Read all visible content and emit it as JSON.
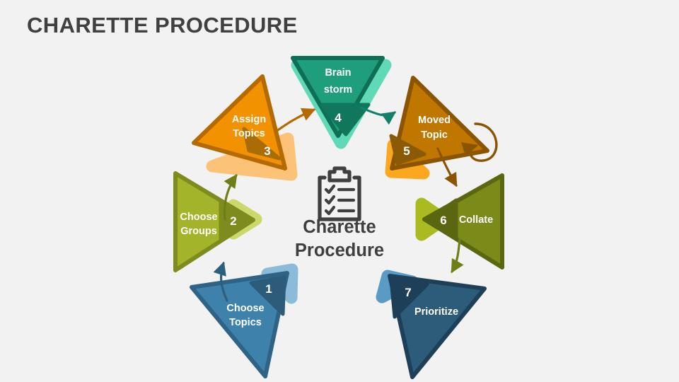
{
  "slide": {
    "title": "CHARETTE PROCEDURE",
    "background_color": "#f2f2f2",
    "title_color": "#404040"
  },
  "center": {
    "icon": "clipboard-checklist-icon",
    "line1": "Charette",
    "line2": "Procedure",
    "color": "#3f3f3f"
  },
  "chart_data": {
    "type": "diagram",
    "title": "CHARETTE PROCEDURE",
    "layout": "circular-7-step-triangle-cycle",
    "steps": [
      {
        "number": "1",
        "label_line1": "Choose",
        "label_line2": "Topics",
        "fill": "#3e82ab",
        "stroke": "#2e6386",
        "badge_fill": "#2d5c7a",
        "shadow": "#8cbbd9",
        "position": "bottom-left",
        "points_direction": "down"
      },
      {
        "number": "2",
        "label_line1": "Choose",
        "label_line2": "Groups",
        "fill": "#a3b42a",
        "stroke": "#7e8c1f",
        "badge_fill": "#7e8c1f",
        "shadow": "#cbd96a",
        "position": "left",
        "points_direction": "right"
      },
      {
        "number": "3",
        "label_line1": "Assign",
        "label_line2": "Topics",
        "fill": "#f29200",
        "stroke": "#b56a00",
        "badge_fill": "#a96c06",
        "shadow": "#fcc378",
        "position": "top-left",
        "points_direction": "up"
      },
      {
        "number": "4",
        "label_line1": "Brain",
        "label_line2": "storm",
        "fill": "#1f9e7c",
        "stroke": "#0f6e56",
        "badge_fill": "#11775c",
        "shadow": "#5fd9b6",
        "position": "top",
        "points_direction": "down"
      },
      {
        "number": "5",
        "label_line1": "Moved",
        "label_line2": "Topic",
        "fill": "#c07700",
        "stroke": "#8a5400",
        "badge_fill": "#8a5a04",
        "shadow": "#fba81e",
        "position": "top-right",
        "points_direction": "up"
      },
      {
        "number": "6",
        "label_line1": "Collate",
        "label_line2": "",
        "fill": "#7b8a18",
        "stroke": "#5b6611",
        "badge_fill": "#5b6611",
        "shadow": "#a9bb20",
        "position": "right",
        "points_direction": "left"
      },
      {
        "number": "7",
        "label_line1": "Prioritize",
        "label_line2": "",
        "fill": "#2d5c7a",
        "stroke": "#1d4058",
        "badge_fill": "#1d4058",
        "shadow": "#5a9bc6",
        "position": "bottom-right",
        "points_direction": "down"
      }
    ],
    "connectors": [
      {
        "from": "1",
        "to": "2",
        "color": "#2b5f80",
        "style": "curved-arrow"
      },
      {
        "from": "2",
        "to": "3",
        "color": "#6f7f17",
        "style": "curved-arrow"
      },
      {
        "from": "3",
        "to": "4",
        "color": "#b56a00",
        "style": "curved-arrow"
      },
      {
        "from": "4",
        "to": "5",
        "color": "#13806a",
        "style": "curved-arrow"
      },
      {
        "from": "5",
        "to": "6",
        "color": "#8a5400",
        "style": "curved-arrow"
      },
      {
        "from": "6",
        "to": "7",
        "color": "#6f7f17",
        "style": "curved-arrow"
      },
      {
        "from": "5",
        "to": "5",
        "color": "#8a5400",
        "style": "loop-arrow"
      }
    ]
  }
}
